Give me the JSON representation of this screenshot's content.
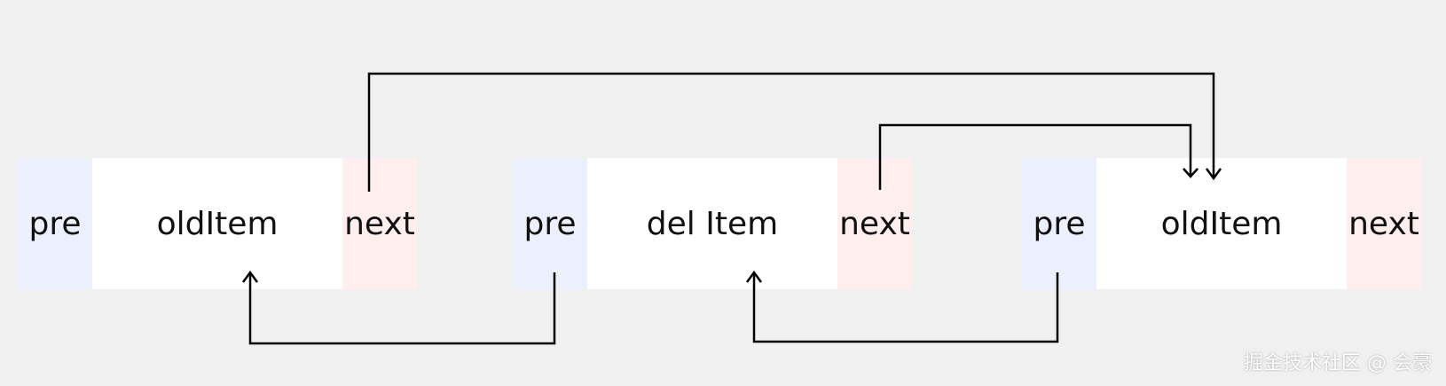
{
  "nodes": [
    {
      "pre": "pre",
      "body": "oldItem",
      "next": "next"
    },
    {
      "pre": "pre",
      "body": "del Item",
      "next": "next"
    },
    {
      "pre": "pre",
      "body": "oldItem",
      "next": "next"
    }
  ],
  "watermark": "掘金技术社区 @ 会豪",
  "colors": {
    "background": "#f0f0f0",
    "pre": "#ecf0fc",
    "body": "#ffffff",
    "next": "#feeeee",
    "line": "#000000"
  }
}
